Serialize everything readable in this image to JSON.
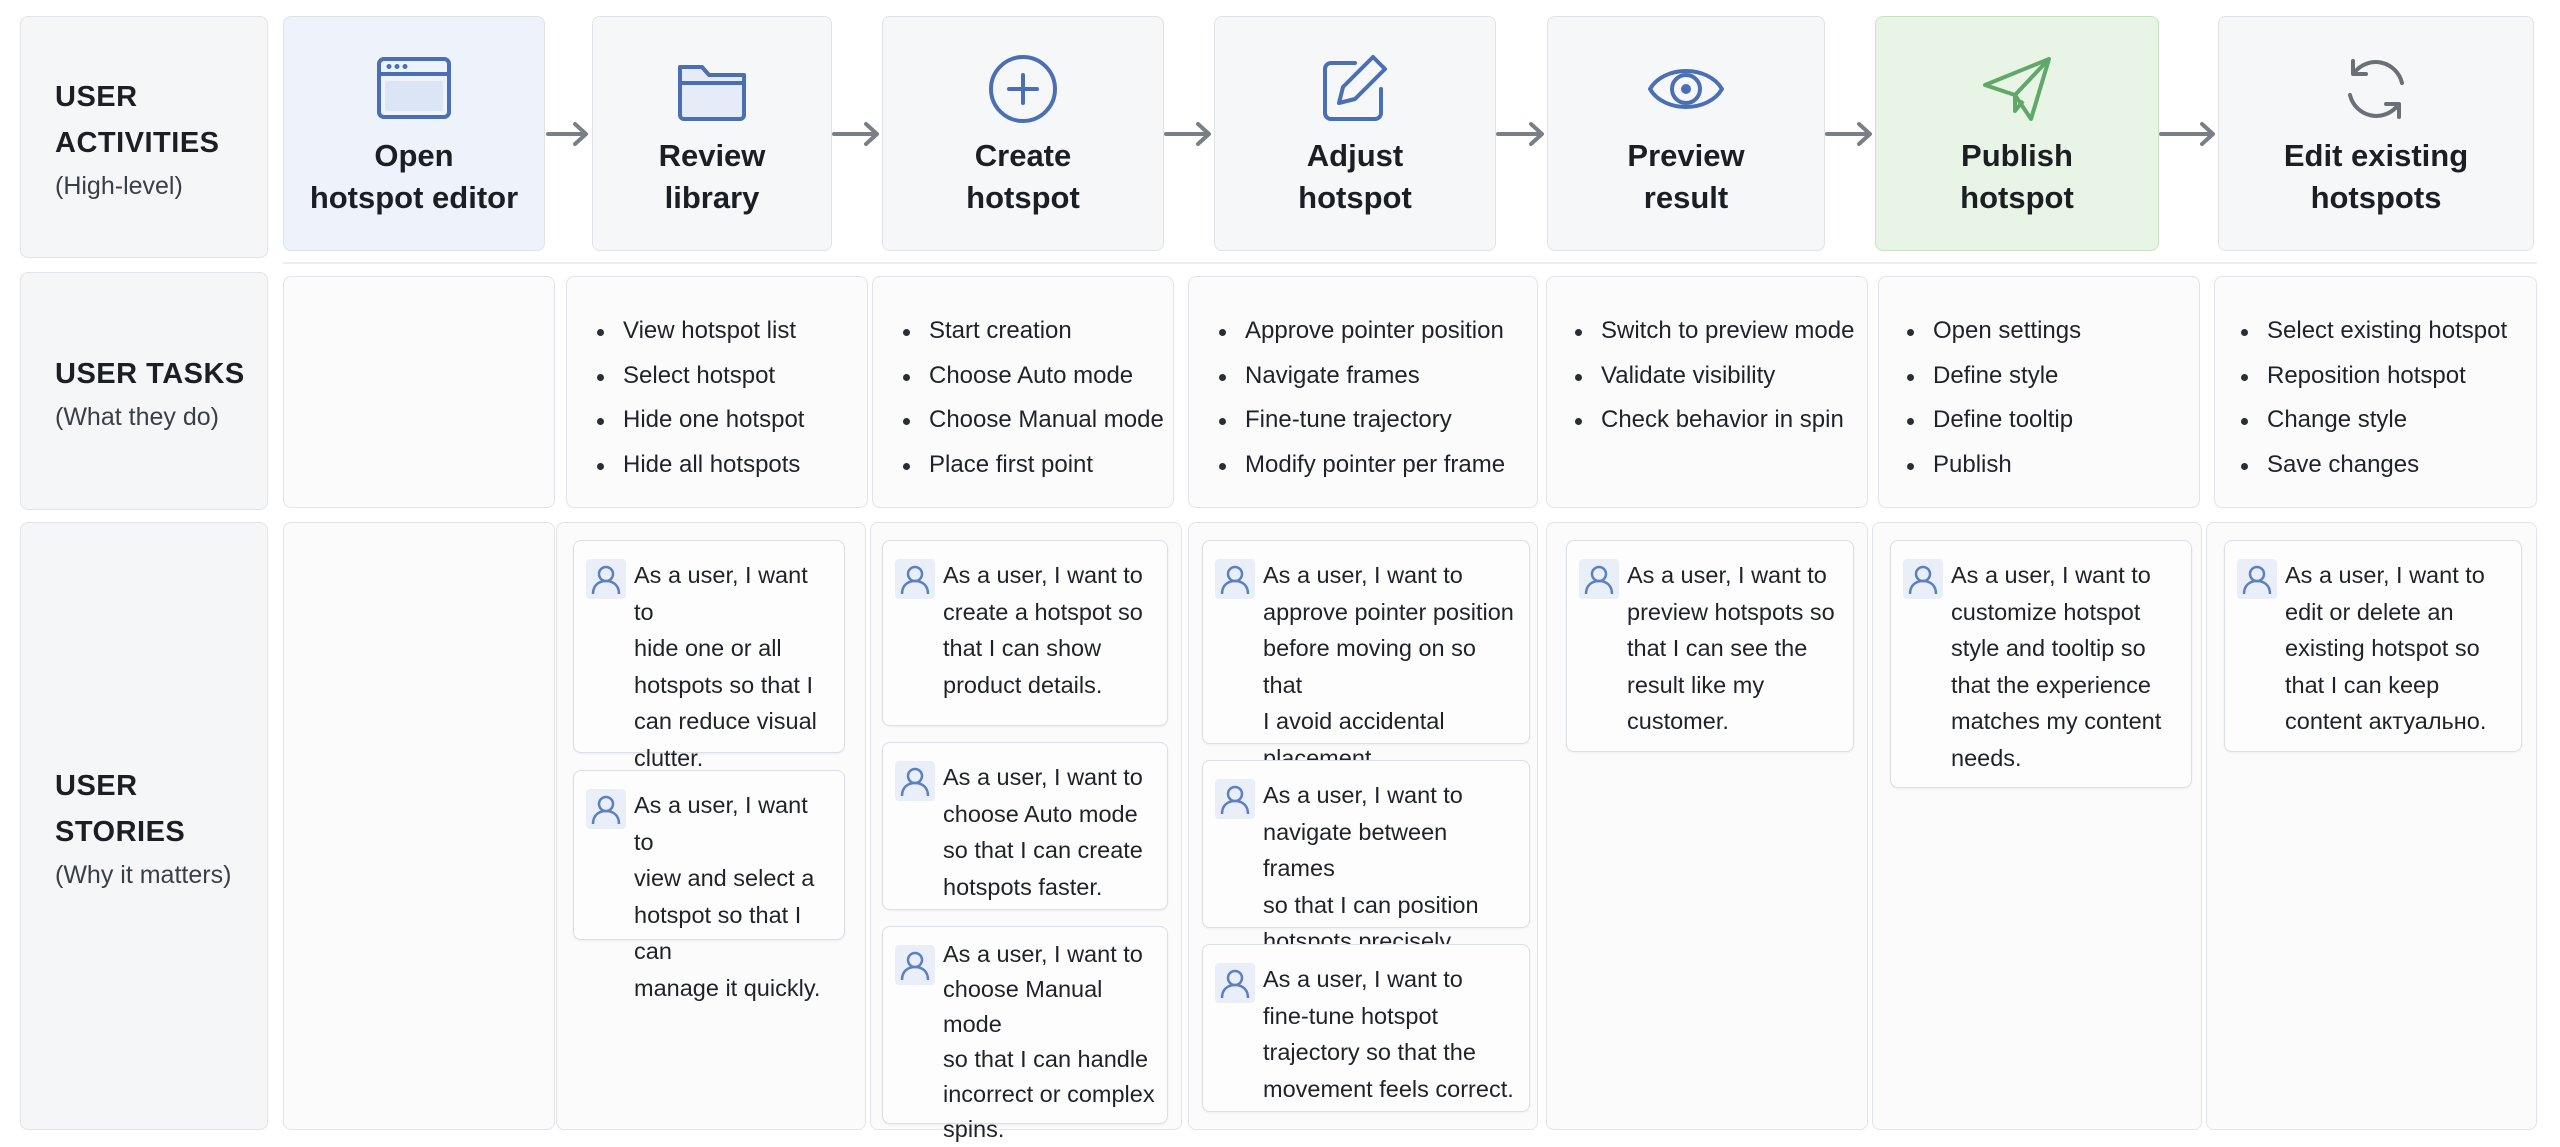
{
  "rows": {
    "activities": {
      "title_line1": "USER",
      "title_line2": "ACTIVITIES",
      "subtitle": "(High-level)"
    },
    "tasks": {
      "title": "USER TASKS",
      "subtitle": "(What they do)"
    },
    "stories": {
      "title": "USER STORIES",
      "subtitle": "(Why it matters)"
    }
  },
  "activities": [
    {
      "line1": "Open",
      "line2": "hotspot editor",
      "icon": "browser-window-icon"
    },
    {
      "line1": "Review",
      "line2": "library",
      "icon": "folder-icon"
    },
    {
      "line1": "Create",
      "line2": "hotspot",
      "icon": "plus-circle-icon"
    },
    {
      "line1": "Adjust",
      "line2": "hotspot",
      "icon": "edit-pencil-icon"
    },
    {
      "line1": "Preview",
      "line2": "result",
      "icon": "eye-icon"
    },
    {
      "line1": "Publish",
      "line2": "hotspot",
      "icon": "paper-plane-icon"
    },
    {
      "line1": "Edit existing",
      "line2": "hotspots",
      "icon": "refresh-icon"
    }
  ],
  "tasks": [
    [],
    [
      "View hotspot list",
      "Select hotspot",
      "Hide one hotspot",
      "Hide all hotspots"
    ],
    [
      "Start creation",
      "Choose Auto mode",
      "Choose Manual mode",
      "Place first point"
    ],
    [
      "Approve pointer position",
      "Navigate frames",
      "Fine-tune trajectory",
      "Modify pointer per frame"
    ],
    [
      "Switch to preview mode",
      "Validate visibility",
      "Check behavior in spin"
    ],
    [
      "Open settings",
      "Define style",
      "Define tooltip",
      "Publish"
    ],
    [
      "Select existing hotspot",
      "Reposition hotspot",
      "Change style",
      "Save changes"
    ]
  ],
  "stories": [
    [],
    [
      [
        "As a user, I want to",
        "hide one or all",
        "hotspots so that I",
        "can reduce visual",
        "clutter."
      ],
      [
        "As a user, I want to",
        "view and select a",
        "hotspot so that I can",
        "manage it quickly."
      ]
    ],
    [
      [
        "As a user, I want to",
        "create a hotspot so",
        "that I can show",
        "product details."
      ],
      [
        "As a user, I want to",
        "choose Auto mode",
        "so that I can create",
        "hotspots faster."
      ],
      [
        "As a user, I want to",
        "choose Manual mode",
        "so that I can handle",
        "incorrect or complex",
        "spins."
      ]
    ],
    [
      [
        "As a user, I want to",
        "approve pointer position",
        "before moving on so that",
        "I avoid accidental",
        "placement."
      ],
      [
        "As a user, I want to",
        "navigate between frames",
        "so that I can position",
        "hotspots precisely."
      ],
      [
        "As a user, I want to",
        "fine-tune hotspot",
        "trajectory so that the",
        "movement feels correct."
      ]
    ],
    [
      [
        "As a user, I want to",
        "preview hotspots so",
        "that I can see the",
        "result like my",
        "customer."
      ]
    ],
    [
      [
        "As a user, I want to",
        "customize hotspot",
        "style and tooltip so",
        "that the experience",
        "matches my content",
        "needs."
      ]
    ],
    [
      [
        "As a user, I want to",
        "edit or delete an",
        "existing hotspot so",
        "that I can keep",
        "content актуально."
      ]
    ]
  ],
  "colors": {
    "icon_blue": "#4a6fb5",
    "icon_green": "#5fa86a",
    "icon_gray": "#6b7076",
    "arrow": "#7a7f85"
  }
}
